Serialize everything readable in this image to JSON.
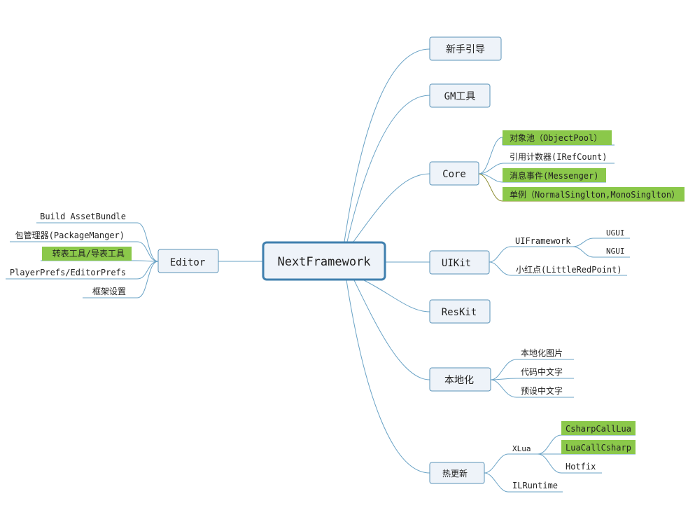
{
  "root": "NextFramework",
  "branches": {
    "xinshou": "新手引导",
    "gm": "GM工具",
    "core": {
      "label": "Core",
      "children": [
        "对象池（ObjectPool）",
        "引用计数器(IRefCount)",
        "消息事件(Messenger)",
        "单例（NormalSinglton,MonoSinglton）"
      ]
    },
    "uikit": {
      "label": "UIKit",
      "uiframework": "UIFramework",
      "ugui": "UGUI",
      "ngui": "NGUI",
      "reddot": "小红点(LittleRedPoint)"
    },
    "reskit": "ResKit",
    "local": {
      "label": "本地化",
      "children": [
        "本地化图片",
        "代码中文字",
        "预设中文字"
      ]
    },
    "hotfix": {
      "label": "热更新",
      "xlua": "XLua",
      "xlua_children": [
        "CsharpCallLua",
        "LuaCallCsharp",
        "Hotfix"
      ],
      "ilruntime": "ILRuntime"
    },
    "editor": {
      "label": "Editor",
      "children": [
        "Build AssetBundle",
        "包管理器(PackageManger)",
        "转表工具/导表工具",
        "PlayerPrefs/EditorPrefs",
        "框架设置"
      ]
    }
  },
  "colors": {
    "highlight": "#8bc84a",
    "node_fill": "#eef3f9",
    "edge": "#6aa3c6",
    "root_border": "#3f7fae"
  }
}
